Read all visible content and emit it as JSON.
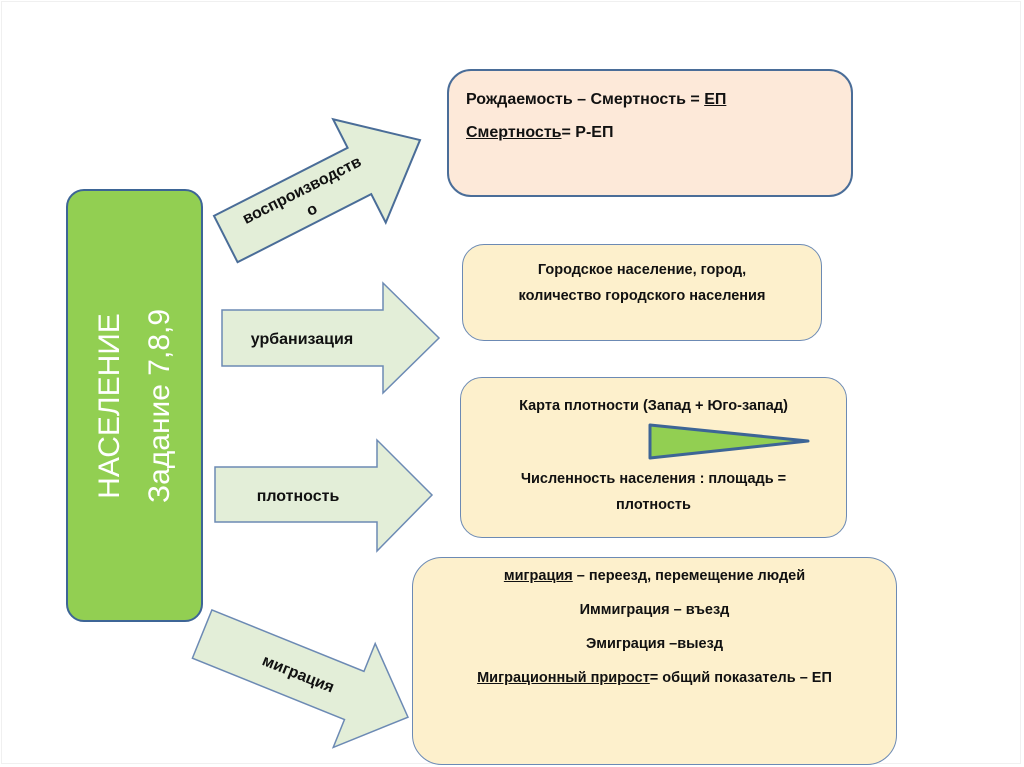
{
  "colors": {
    "main_box_fill": "#92cf52",
    "border_blue": "#4a6d98",
    "arrow_fill": "#e3eed8",
    "top_box_fill": "#fde9d9",
    "other_box_fill": "#fdf0cc",
    "wedge_fill": "#92cf52"
  },
  "main": {
    "title": "НАСЕЛЕНИЕ",
    "subtitle": "Задание 7,8,9"
  },
  "arrows": [
    {
      "label_line1": "воспроизводств",
      "label_line2": "о"
    },
    {
      "label": "урбанизация"
    },
    {
      "label": "плотность"
    },
    {
      "label": "миграция"
    }
  ],
  "boxes": {
    "reproduction": {
      "line1_prefix": "Рождаемость – Смертность = ",
      "line1_underlined": "ЕП",
      "line2_underlined": "Смертность",
      "line2_suffix": "= Р-ЕП"
    },
    "urbanization": {
      "line1": "Городское население, город,",
      "line2": "количество городского населения"
    },
    "density": {
      "line1": "Карта  плотности (Запад + Юго-запад)",
      "wedge_icon": "density-gradient-wedge",
      "line2": "Численность населения : площадь =",
      "line3": "плотность"
    },
    "migration": {
      "line1_underlined": "миграция",
      "line1_suffix": " – переезд, перемещение людей",
      "line2": "Иммиграция – въезд",
      "line3": "Эмиграция –выезд",
      "line4_underlined": "Миграционный прирост",
      "line4_suffix": "= общий показатель – ЕП"
    }
  }
}
